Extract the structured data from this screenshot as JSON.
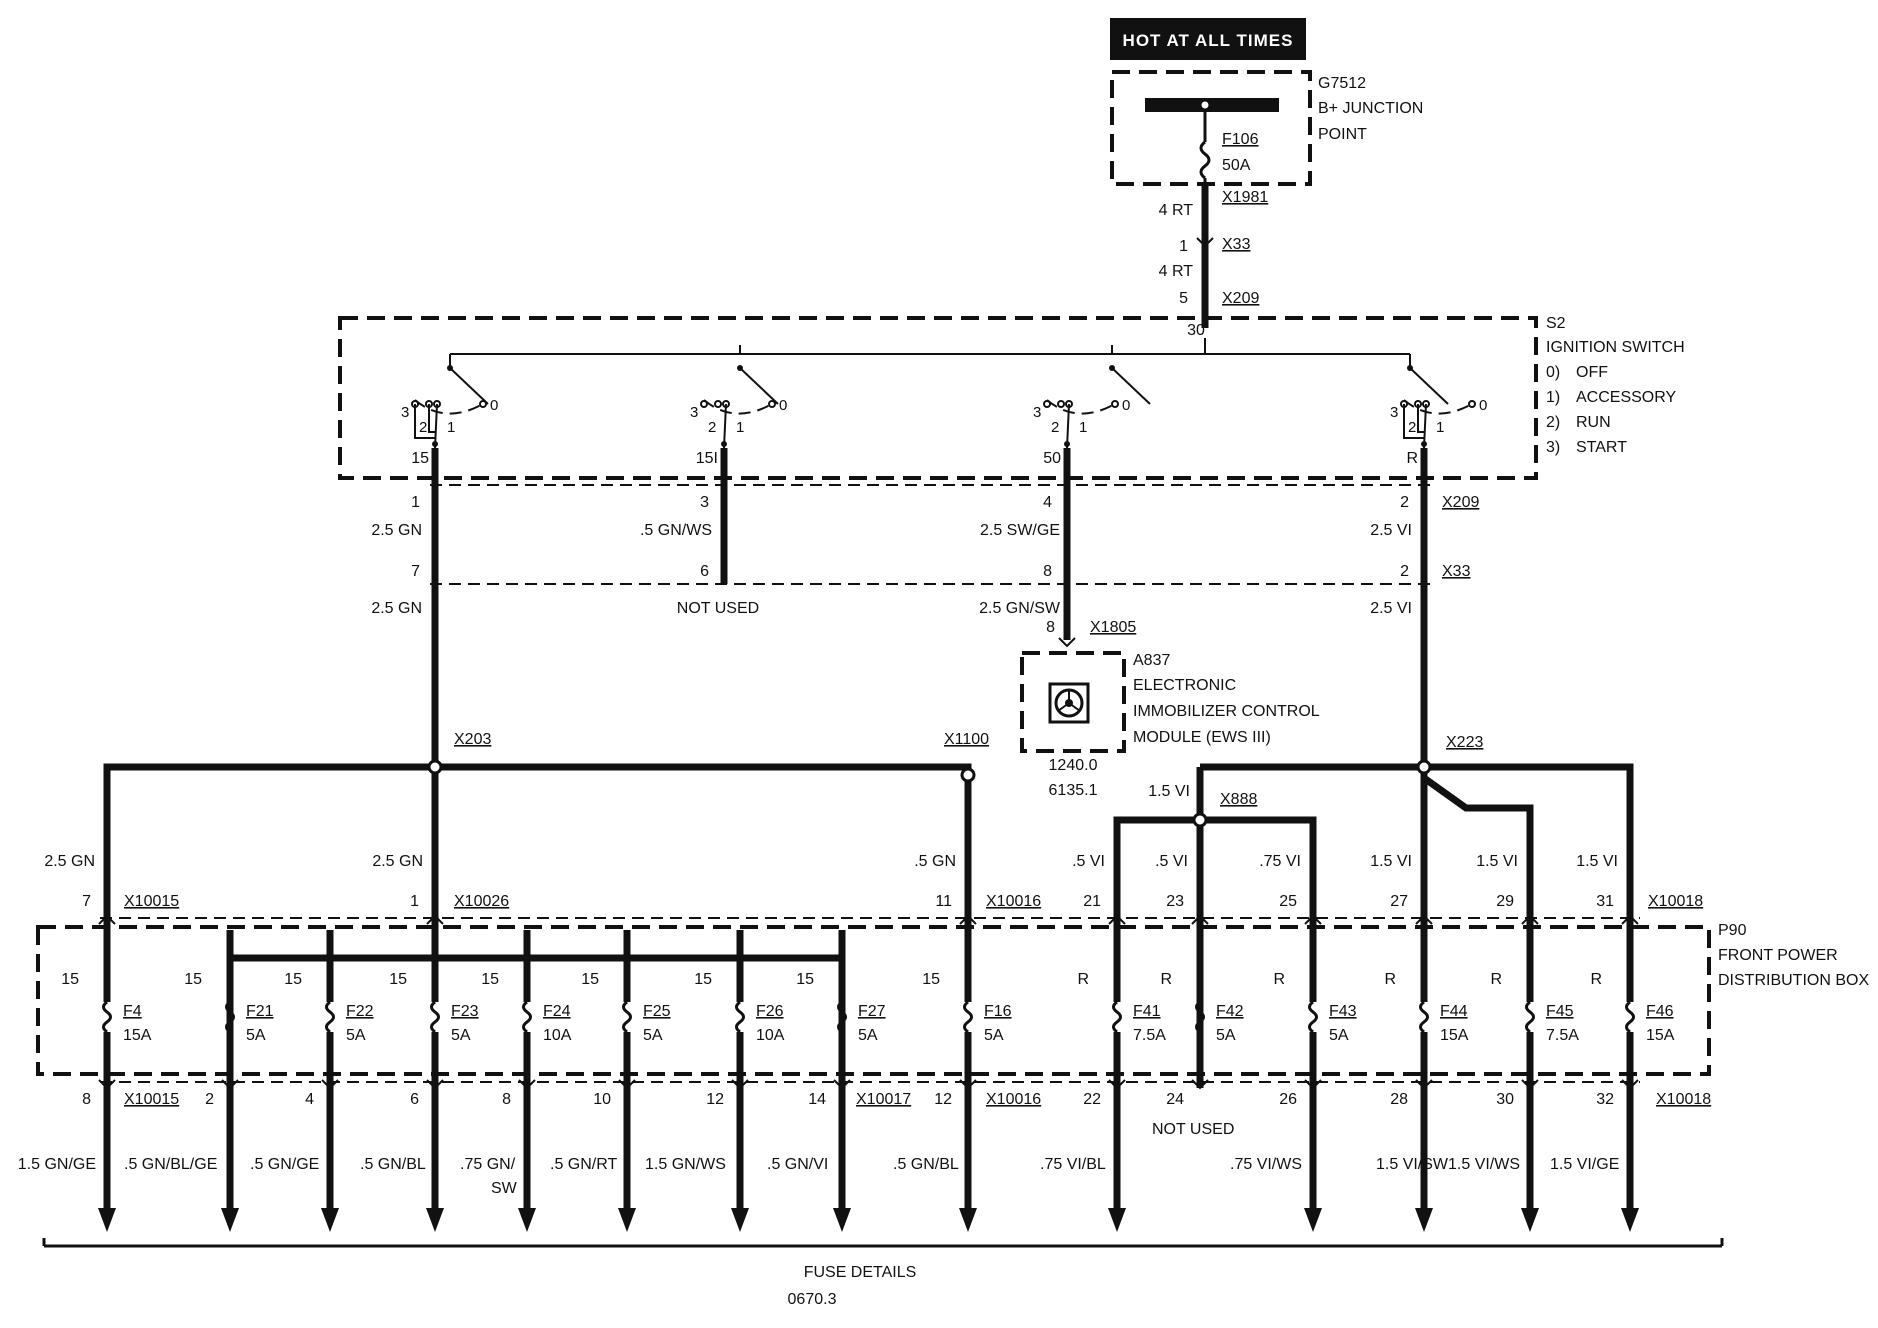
{
  "header": {
    "hot_label": "HOT AT ALL TIMES"
  },
  "junction": {
    "id": "G7512",
    "line1": "B+ JUNCTION",
    "line2": "POINT",
    "fuse_id": "F106",
    "fuse_rating": "50A",
    "connector": "X1981"
  },
  "feed": {
    "wire1": "4 RT",
    "x33_pin": "1",
    "x33": "X33",
    "wire2": "4 RT",
    "x209_pin": "5",
    "x209": "X209",
    "switch_pin": "30"
  },
  "ignition": {
    "id": "S2",
    "title": "IGNITION SWITCH",
    "positions": [
      {
        "num": "0)",
        "label": "OFF"
      },
      {
        "num": "1)",
        "label": "ACCESSORY"
      },
      {
        "num": "2)",
        "label": "RUN"
      },
      {
        "num": "3)",
        "label": "START"
      }
    ],
    "contact_labels": [
      "3",
      "2",
      "1",
      "0"
    ],
    "outputs": [
      "15",
      "15I",
      "50",
      "R"
    ]
  },
  "x209_row": {
    "connector": "X209",
    "pins": [
      "1",
      "3",
      "4",
      "2"
    ],
    "wires": [
      "2.5 GN",
      ".5 GN/WS",
      "2.5 SW/GE",
      "2.5 VI"
    ]
  },
  "x33_row": {
    "connector": "X33",
    "pins": [
      "7",
      "6",
      "8",
      "2"
    ],
    "wires": [
      "2.5 GN",
      "NOT USED",
      "2.5 GN/SW",
      "2.5 VI"
    ]
  },
  "immobilizer": {
    "pin": "8",
    "connector": "X1805",
    "id": "A837",
    "line1": "ELECTRONIC",
    "line2": "IMMOBILIZER CONTROL",
    "line3": "MODULE (EWS III)",
    "ref1": "1240.0",
    "ref2": "6135.1"
  },
  "splices": {
    "x203": "X203",
    "x1100": "X1100",
    "x223": "X223",
    "x888": "X888",
    "x888_wire": "1.5 VI"
  },
  "upper_wires": [
    "2.5 GN",
    "2.5 GN",
    ".5 GN",
    ".5 VI",
    ".5 VI",
    ".75 VI",
    "1.5 VI",
    "1.5 VI",
    "1.5 VI"
  ],
  "input_pins": [
    "7",
    "1",
    "11",
    "21",
    "23",
    "25",
    "27",
    "29",
    "31"
  ],
  "input_connectors": [
    "X10015",
    "X10026",
    "X10016",
    "X10018"
  ],
  "box": {
    "id": "P90",
    "line1": "FRONT POWER",
    "line2": "DISTRIBUTION BOX"
  },
  "fuses": [
    {
      "pos": "15",
      "id": "F4",
      "rating": "15A"
    },
    {
      "pos": "15",
      "id": "F21",
      "rating": "5A"
    },
    {
      "pos": "15",
      "id": "F22",
      "rating": "5A"
    },
    {
      "pos": "15",
      "id": "F23",
      "rating": "5A"
    },
    {
      "pos": "15",
      "id": "F24",
      "rating": "10A"
    },
    {
      "pos": "15",
      "id": "F25",
      "rating": "5A"
    },
    {
      "pos": "15",
      "id": "F26",
      "rating": "10A"
    },
    {
      "pos": "15",
      "id": "F27",
      "rating": "5A"
    },
    {
      "pos": "15",
      "id": "F16",
      "rating": "5A"
    },
    {
      "pos": "R",
      "id": "F41",
      "rating": "7.5A"
    },
    {
      "pos": "R",
      "id": "F42",
      "rating": "5A"
    },
    {
      "pos": "R",
      "id": "F43",
      "rating": "5A"
    },
    {
      "pos": "R",
      "id": "F44",
      "rating": "15A"
    },
    {
      "pos": "R",
      "id": "F45",
      "rating": "7.5A"
    },
    {
      "pos": "R",
      "id": "F46",
      "rating": "15A"
    }
  ],
  "output_pins": [
    "8",
    "2",
    "4",
    "6",
    "8",
    "10",
    "12",
    "14",
    "12",
    "22",
    "24",
    "26",
    "28",
    "30",
    "32"
  ],
  "output_connectors": [
    "X10015",
    "X10017",
    "X10016",
    "X10018"
  ],
  "output_wires": [
    "1.5 GN/GE",
    ".5 GN/BL/GE",
    ".5 GN/GE",
    ".5 GN/BL",
    ".75 GN/",
    "SW",
    ".5 GN/RT",
    "1.5 GN/WS",
    ".5 GN/VI",
    ".5 GN/BL",
    ".75 VI/BL",
    "NOT USED",
    ".75 VI/WS",
    "1.5 VI/SW",
    "1.5 VI/WS",
    "1.5 VI/GE"
  ],
  "footer": {
    "line1": "FUSE DETAILS",
    "line2": "0670.3"
  }
}
